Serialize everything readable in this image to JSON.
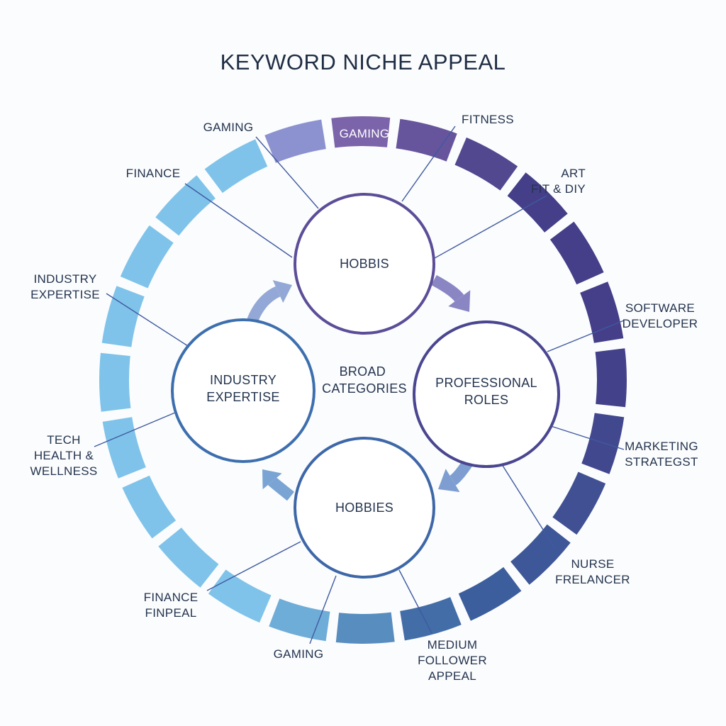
{
  "title": "KEYWORD NICHE APPEAL",
  "center_text": [
    "BROAD",
    "CATEGORIES"
  ],
  "nodes": [
    {
      "lines": [
        "HOBBIS"
      ],
      "stroke": "#5c4d98"
    },
    {
      "lines": [
        "PROFESSIONAL",
        "ROLES"
      ],
      "stroke": "#4a4690"
    },
    {
      "lines": [
        "HOBBIES"
      ],
      "stroke": "#3e67a8"
    },
    {
      "lines": [
        "INDUSTRY",
        "EXPERTISE"
      ],
      "stroke": "#3d6fae"
    }
  ],
  "ring_segment_label": "GAMING",
  "outer_labels": [
    {
      "id": "gaming-top-left",
      "lines": [
        "GAMING"
      ]
    },
    {
      "id": "fitness",
      "lines": [
        "FITNESS"
      ]
    },
    {
      "id": "finance-top",
      "lines": [
        "FINANCE"
      ]
    },
    {
      "id": "art-fit-diy",
      "lines": [
        "ART",
        "FIT & DIY"
      ]
    },
    {
      "id": "industry-expertise",
      "lines": [
        "INDUSTRY",
        "EXPERTISE"
      ]
    },
    {
      "id": "software-developer",
      "lines": [
        "SOFTWARE",
        "DEVELOPER"
      ]
    },
    {
      "id": "tech-health-wellness",
      "lines": [
        "TECH",
        "HEALTH &",
        "WELLNESS"
      ]
    },
    {
      "id": "marketing-strategst",
      "lines": [
        "MARKETING",
        "STRATEGST"
      ]
    },
    {
      "id": "nurse-frelancer",
      "lines": [
        "NURSE",
        "FRELANCER"
      ]
    },
    {
      "id": "finance-finpeal",
      "lines": [
        "FINANCE",
        "FINPEAL"
      ]
    },
    {
      "id": "gaming-bottom",
      "lines": [
        "GAMING"
      ]
    },
    {
      "id": "medium-follower-appeal",
      "lines": [
        "MEDIUM",
        "FOLLOWER",
        "APPEAL"
      ]
    }
  ],
  "colors": {
    "title": "#1f2d44",
    "text": "#24344f",
    "ring_light_blue": "#7fc3ea",
    "ring_periwinkle": "#8c90cf",
    "ring_purple": "#7a62a8",
    "ring_indigo": "#443f88",
    "ring_steel_blue": "#3b63a0",
    "arrow_hobbis_to_roles": "#8a86c4",
    "arrow_roles_to_hobbies": "#7e9ed1",
    "arrow_hobbies_to_expertise": "#7aa4d4",
    "arrow_expertise_to_hobbis": "#93a8d6"
  }
}
